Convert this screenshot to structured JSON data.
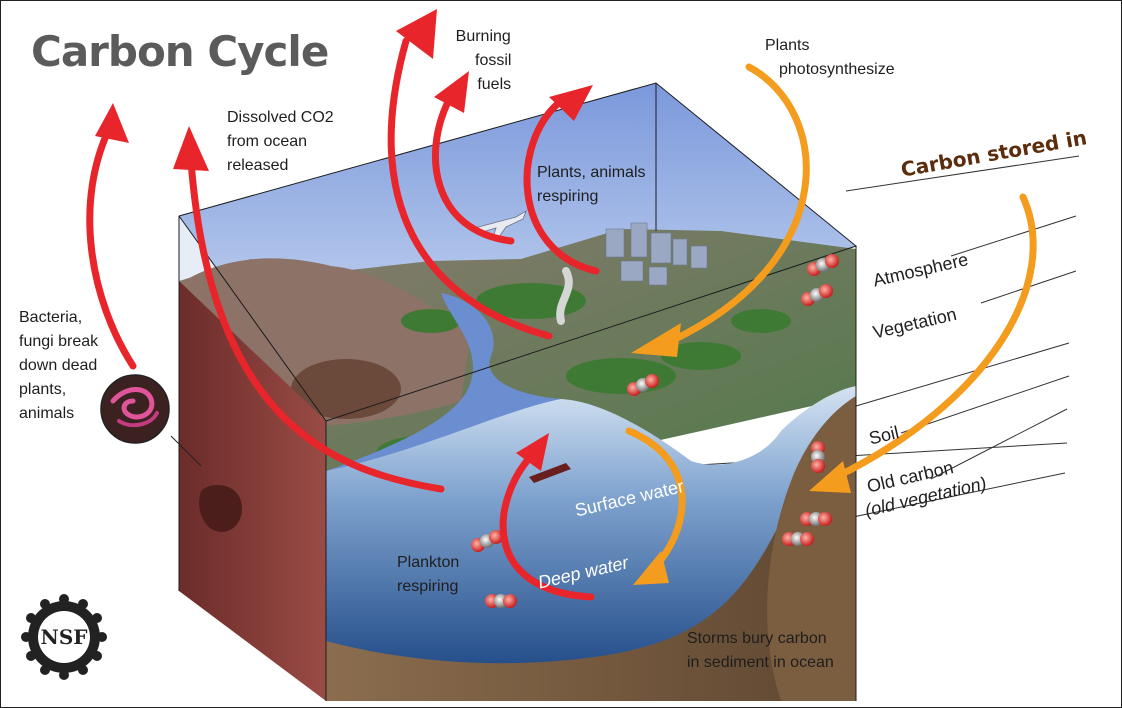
{
  "title": "Carbon Cycle",
  "labels": {
    "burning": [
      "Burning",
      "fossil",
      "fuels"
    ],
    "dissolved": [
      "Dissolved CO2",
      "from ocean",
      "released"
    ],
    "plants_photo": [
      "Plants",
      "photosynthesize"
    ],
    "plants_resp": [
      "Plants, animals",
      "respiring"
    ],
    "bacteria": [
      "Bacteria,",
      "fungi break",
      "down dead",
      "plants,",
      "animals"
    ],
    "plankton": [
      "Plankton",
      "respiring"
    ],
    "storms": [
      "Storms bury carbon",
      "in sediment in ocean"
    ]
  },
  "stored": {
    "heading": "Carbon stored in",
    "atmosphere": "Atmosphere",
    "vegetation": "Vegetation",
    "soil": "Soil",
    "old_carbon": "Old carbon",
    "old_veg": "(old vegetation)"
  },
  "water": {
    "surface": "Surface water",
    "deep": "Deep water"
  },
  "logo": "NSF",
  "colors": {
    "release_arrow": "#e8252b",
    "uptake_arrow": "#f39c1e",
    "title": "#5b5b5b",
    "heading": "#5b2d0c"
  }
}
